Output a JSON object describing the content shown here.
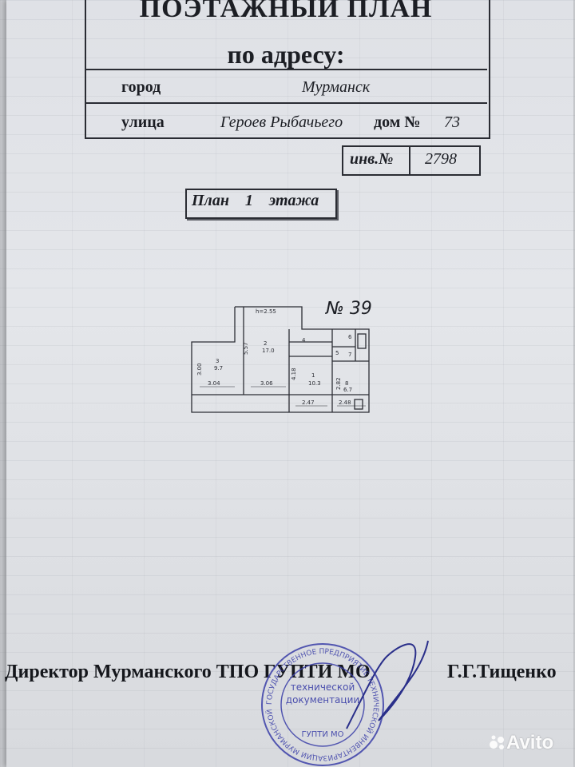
{
  "document": {
    "title_line1": "ПОЭТАЖНЫЙ ПЛАН",
    "title_line2": "по  адресу:",
    "city_label": "город",
    "city_value": "Мурманск",
    "street_label": "улица",
    "street_value": "Героев Рыбачьего",
    "house_label": "дом №",
    "house_value": "73",
    "inv_label": "инв.№",
    "inv_value": "2798",
    "plan_label": "План    1    этажа",
    "apartment": "№ 39"
  },
  "floor_plan": {
    "height_note": "h=2.55",
    "rooms": [
      {
        "id": "1",
        "area": "10.3",
        "side": "4.18",
        "width": "2.47"
      },
      {
        "id": "2",
        "area": "17.0",
        "side": "5.57",
        "width": "3.06"
      },
      {
        "id": "3",
        "area": "9.7",
        "side": "3.00",
        "width": "3.04"
      },
      {
        "id": "4"
      },
      {
        "id": "5"
      },
      {
        "id": "6"
      },
      {
        "id": "7"
      },
      {
        "id": "8",
        "area": "6.7",
        "side": "2.82",
        "width": "2.48"
      }
    ]
  },
  "footer": {
    "director": "Директор Мурманского ТПО ГУПТИ МО",
    "signatory": "Г.Г.Тищенко"
  },
  "stamp": {
    "center_text_1": "технической",
    "center_text_2": "документации",
    "center_text_3": "ГУПТИ МО",
    "ring_text": "ГОСУДАРСТВЕННОЕ ПРЕДПРИЯТИЕ ТЕХНИЧЕСКОЙ ИНВЕНТАРИЗАЦИИ МУРМАНСКОЙ ОБЛАСТИ",
    "ink_color": "#3b3fa8"
  },
  "watermark": {
    "text": "Avito"
  }
}
